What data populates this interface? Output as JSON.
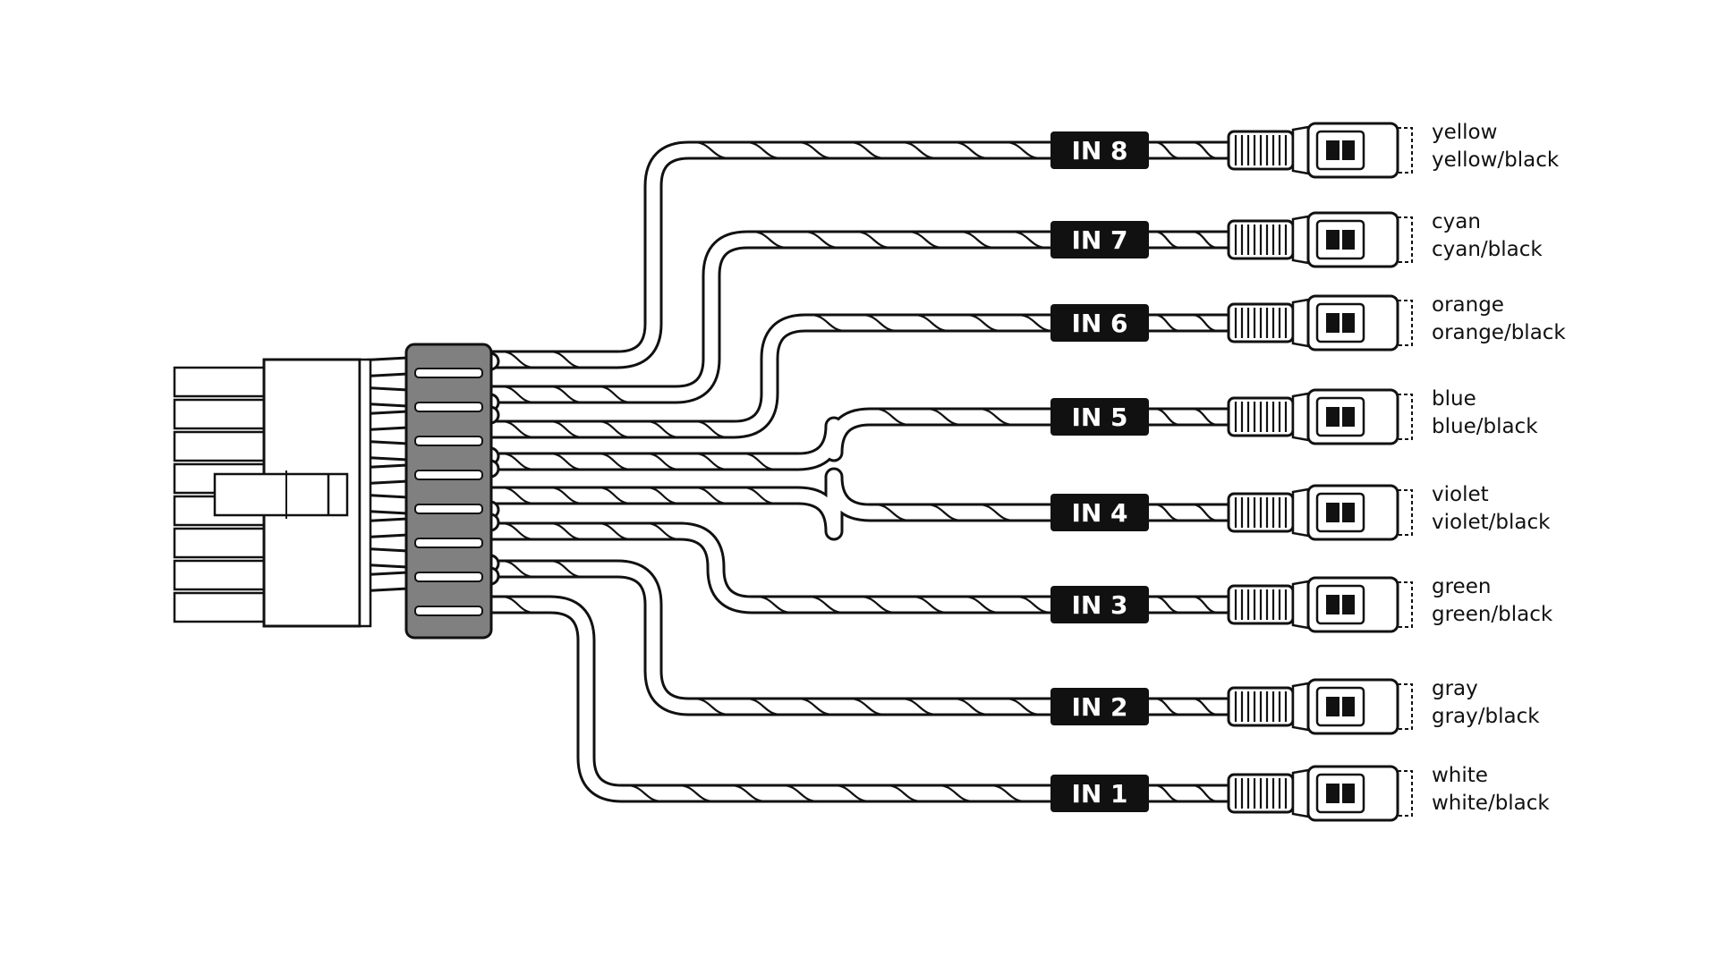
{
  "diagram": {
    "channels": [
      {
        "tag": "IN 8",
        "color_label": "yellow",
        "color_label_2": "yellow/black"
      },
      {
        "tag": "IN 7",
        "color_label": "cyan",
        "color_label_2": "cyan/black"
      },
      {
        "tag": "IN 6",
        "color_label": "orange",
        "color_label_2": "orange/black"
      },
      {
        "tag": "IN 5",
        "color_label": "blue",
        "color_label_2": "blue/black"
      },
      {
        "tag": "IN 4",
        "color_label": "violet",
        "color_label_2": "violet/black"
      },
      {
        "tag": "IN 3",
        "color_label": "green",
        "color_label_2": "green/black"
      },
      {
        "tag": "IN 2",
        "color_label": "gray",
        "color_label_2": "gray/black"
      },
      {
        "tag": "IN 1",
        "color_label": "white",
        "color_label_2": "white/black"
      }
    ],
    "colors": {
      "line": "#111111",
      "wire_fill": "#ffffff",
      "label_fill": "#111111",
      "clamp_fill": "#808080"
    }
  }
}
